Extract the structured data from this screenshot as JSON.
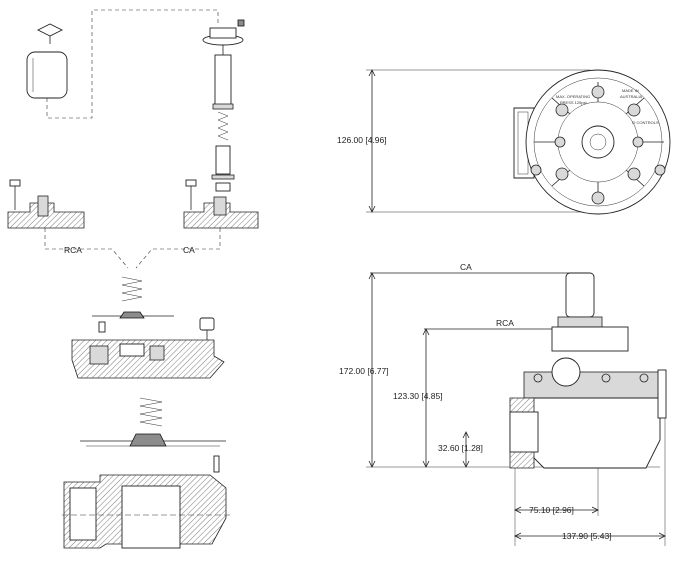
{
  "colors": {
    "line": "#222222",
    "background": "#ffffff",
    "fill_gray": "#d9d9d9"
  },
  "exploded_view": {
    "label_rca": "RCA",
    "label_ca": "CA"
  },
  "top_view": {
    "dim_height": "126.00 [4.96]",
    "body_text_1": "MAX. OPERATING",
    "body_text_2": "PRESS 125psi",
    "body_text_3": "MADE IN",
    "body_text_4": "AUSTRALIA",
    "body_text_5": "G·CONTROLS"
  },
  "side_view": {
    "label_ca": "CA",
    "label_rca": "RCA",
    "dim_overall_height": "172.00 [6.77]",
    "dim_rca_height": "123.30 [4.85]",
    "dim_port_height": "32.60 [1.28]",
    "dim_port_width": "75.10 [2.96]",
    "dim_overall_width": "137.90 [5.43]"
  }
}
